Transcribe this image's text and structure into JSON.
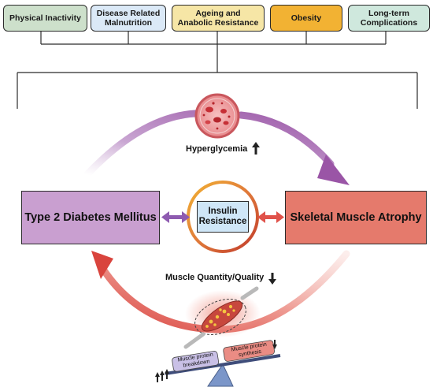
{
  "top_factors": [
    {
      "label": "Physical Inactivity",
      "color": "#cde0cb"
    },
    {
      "label": "Disease Related\nMalnutrition",
      "color": "#dbe9f7"
    },
    {
      "label": "Ageing and\nAnabolic Resistance",
      "color": "#f6e6a6"
    },
    {
      "label": "Obesity",
      "color": "#f2b233"
    },
    {
      "label": "Long-term\nComplications",
      "color": "#cfe8dd"
    }
  ],
  "left_box": {
    "label": "Type 2 Diabetes Mellitus",
    "color": "#c99fd0"
  },
  "right_box": {
    "label": "Skeletal Muscle Atrophy",
    "color": "#e57a6c"
  },
  "center": {
    "label": "Insulin\nResistance",
    "color": "#cfe6f7"
  },
  "hyperglycemia": {
    "label": "Hyperglycemia"
  },
  "muscle": {
    "label": "Muscle Quantity/Quality"
  },
  "scale": {
    "left_label": "Muscle protein\nbreakdown",
    "right_label": "Muscle protein\nsynthesis"
  },
  "colors": {
    "arc_top": "#9a55a6",
    "arc_bottom": "#e0524a",
    "arrow_left": "#8e5bb0",
    "arrow_right": "#e0524a"
  }
}
